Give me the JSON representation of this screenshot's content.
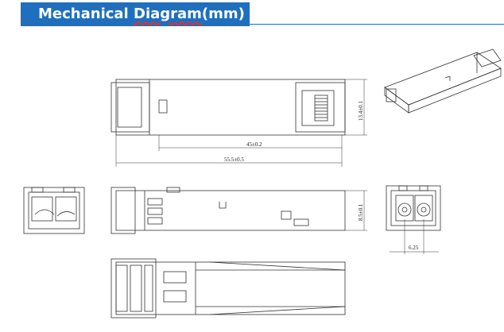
{
  "header": {
    "title_part1": "Mechanical ",
    "title_part2": "Diagram",
    "title_part3": "(mm)",
    "bar_color": "#1f6fbf"
  },
  "dimensions": {
    "length_inner": "45±0.2",
    "length_overall": "55.5±0.5",
    "width_top": "13.4±0.1",
    "height_side": "8.5±0.1",
    "port_pitch": "6.25"
  }
}
